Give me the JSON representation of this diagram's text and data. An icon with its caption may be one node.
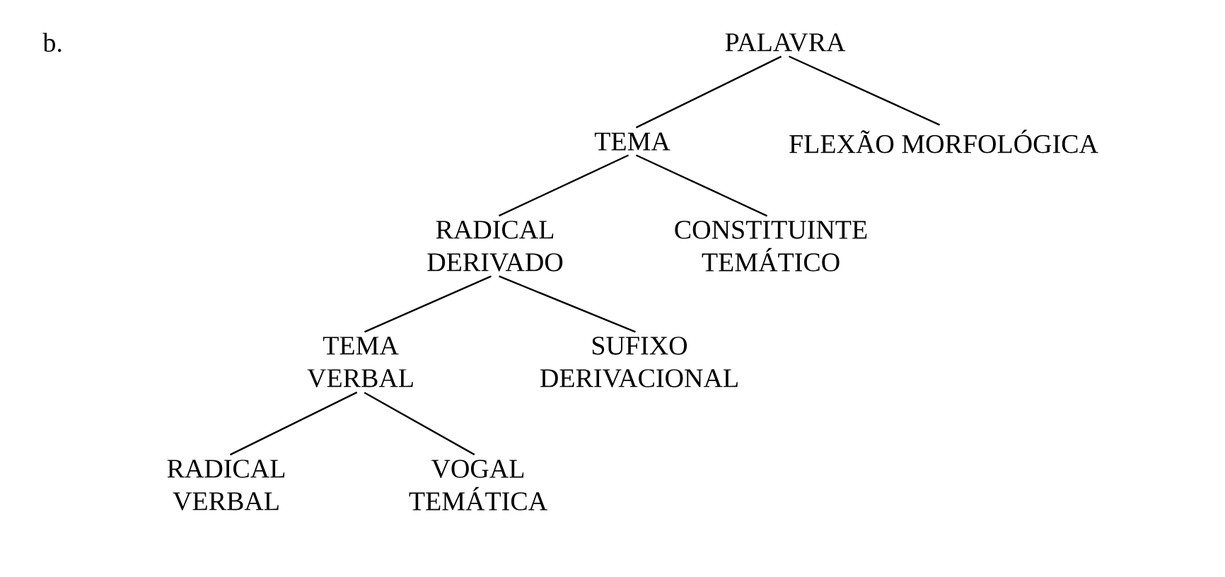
{
  "diagram": {
    "nodes": [
      {
        "text": [
          "PALAVRA"
        ]
      },
      {
        "text": [
          "TEMA"
        ]
      },
      {
        "text": [
          "FLEXÃO MORFOLÓGICA"
        ]
      },
      {
        "text": [
          "RADICAL DERIVADO"
        ]
      },
      {
        "text": [
          "CONSTITUINTE TEMÁTICO"
        ]
      },
      {
        "text": [
          "TEMA VERBAL"
        ]
      },
      {
        "text": [
          "SUFIXO DERIVACIONAL"
        ]
      },
      {
        "text": [
          "RADICAL VERBAL"
        ]
      },
      {
        "text": [
          "VOGAL TEMÁTICA"
        ]
      }
    ],
    "edges": [
      {
        "from": 0,
        "to": 1,
        "arrow": "none"
      },
      {
        "from": 0,
        "to": 2,
        "arrow": "none"
      },
      {
        "from": 1,
        "to": 3,
        "arrow": "none"
      },
      {
        "from": 1,
        "to": 4,
        "arrow": "none"
      },
      {
        "from": 3,
        "to": 5,
        "arrow": "none"
      },
      {
        "from": 3,
        "to": 6,
        "arrow": "none"
      },
      {
        "from": 5,
        "to": 7,
        "arrow": "none"
      },
      {
        "from": 5,
        "to": 8,
        "arrow": "none"
      }
    ],
    "labels": [
      "b."
    ]
  }
}
